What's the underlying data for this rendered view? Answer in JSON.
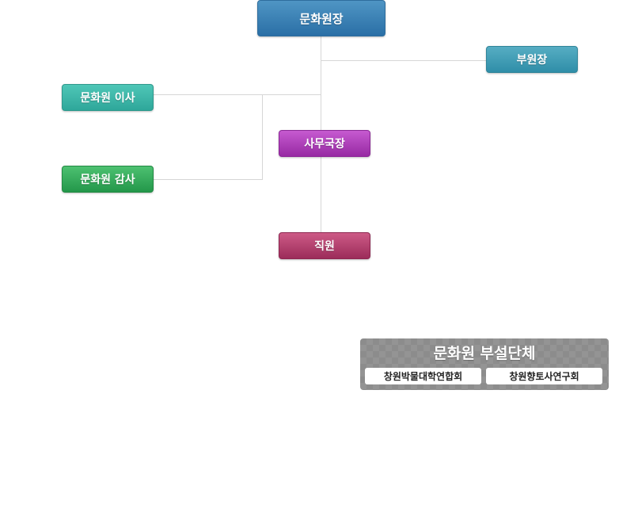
{
  "org": {
    "chief": "문화원장",
    "vice_chief": "부원장",
    "director": "문화원 이사",
    "auditor": "문화원 감사",
    "secretary_general": "사무국장",
    "staff": "직원"
  },
  "affiliates": {
    "title": "문화원 부설단체",
    "items": [
      "창원박물대학연합회",
      "창원향토사연구회"
    ]
  },
  "colors": {
    "chief": "#2a6fa6",
    "vice_chief": "#2f8ea8",
    "director": "#2ea79a",
    "auditor": "#23974a",
    "secretary_general": "#972aa3",
    "staff": "#9c2c5a",
    "affiliates_bg": "#8c8c8c",
    "connector": "#d6d6d6"
  }
}
